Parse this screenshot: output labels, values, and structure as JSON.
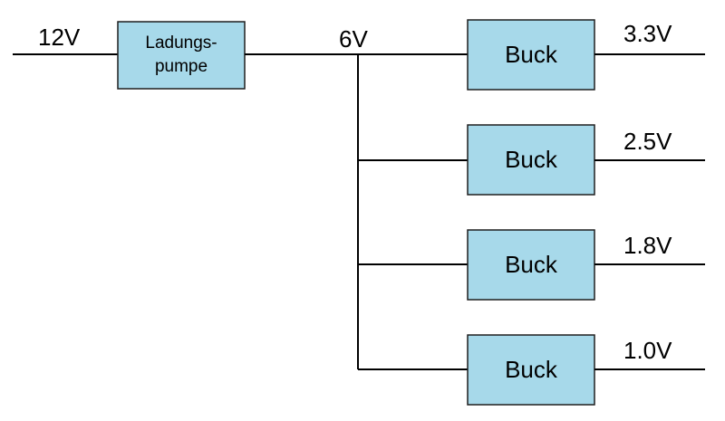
{
  "colors": {
    "box_fill": "#a7d9ea",
    "wire": "#000000",
    "text": "#000000"
  },
  "input": {
    "voltage_label": "12V"
  },
  "charge_pump": {
    "line1": "Ladungs-",
    "line2": "pumpe"
  },
  "bus": {
    "voltage_label": "6V"
  },
  "bucks": [
    {
      "label": "Buck",
      "output_label": "3.3V"
    },
    {
      "label": "Buck",
      "output_label": "2.5V"
    },
    {
      "label": "Buck",
      "output_label": "1.8V"
    },
    {
      "label": "Buck",
      "output_label": "1.0V"
    }
  ]
}
